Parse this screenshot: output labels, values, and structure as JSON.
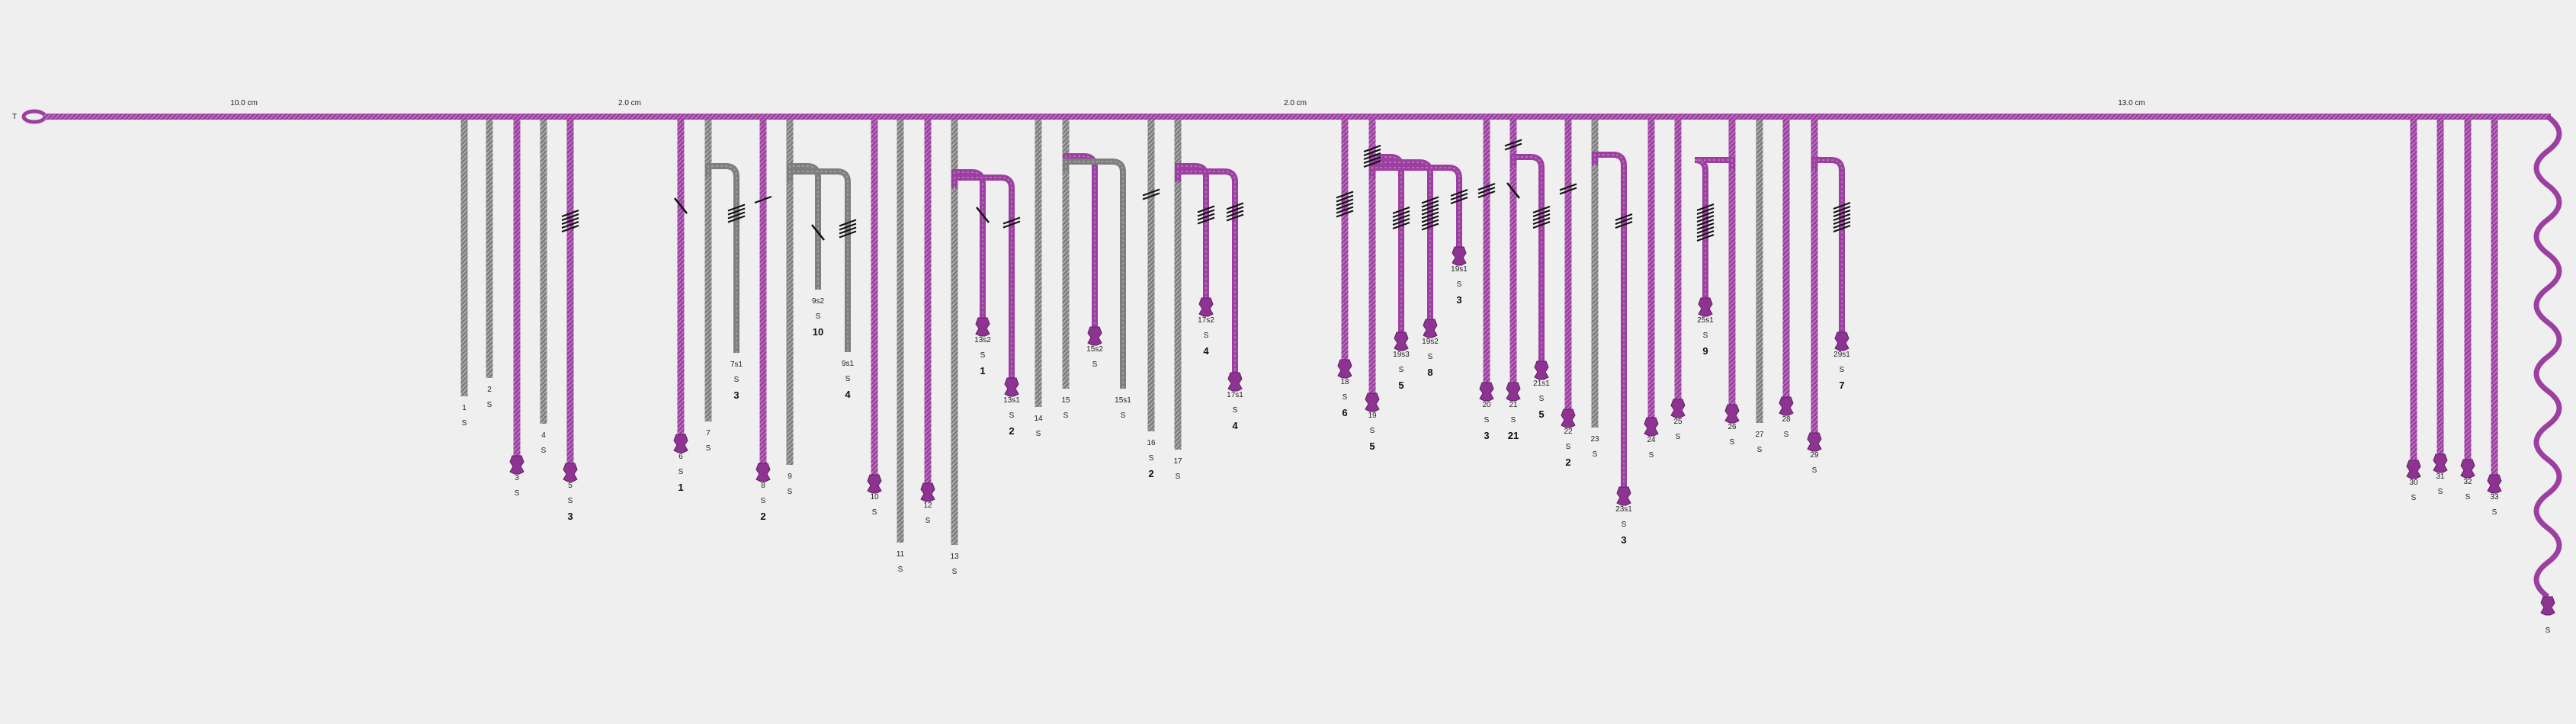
{
  "primary": {
    "label": "T",
    "color": "#9c3fa0",
    "distances": [
      "10.0 cm",
      "2.0 cm",
      "2.0 cm",
      "13.0 cm"
    ],
    "end_label": "S"
  },
  "colors": {
    "purple": "#9c3fa0",
    "grey": "#7e7e7e",
    "knot": "#111111"
  },
  "cords": [
    {
      "id": "1",
      "color": "grey",
      "labels": [
        "1",
        "S"
      ]
    },
    {
      "id": "2",
      "color": "grey",
      "labels": [
        "2",
        "S"
      ]
    },
    {
      "id": "3",
      "color": "purple",
      "labels": [
        "3",
        "S"
      ],
      "end_knot": true
    },
    {
      "id": "4",
      "color": "grey",
      "labels": [
        "4",
        "S"
      ]
    },
    {
      "id": "5",
      "color": "purple",
      "labels": [
        "5",
        "S"
      ],
      "value": "3",
      "knots": [
        5
      ],
      "end_knot": true
    },
    {
      "id": "6",
      "color": "purple",
      "labels": [
        "6",
        "S"
      ],
      "value": "1",
      "knots": [
        "long"
      ],
      "end_knot": true
    },
    {
      "id": "7",
      "color": "grey",
      "labels": [
        "7",
        "S"
      ],
      "sub": {
        "color": "grey",
        "labels": [
          "7s1",
          "S"
        ],
        "value": "3",
        "knots": [
          4
        ]
      }
    },
    {
      "id": "8",
      "color": "purple",
      "labels": [
        "8",
        "S"
      ],
      "value": "2",
      "knots": [
        1
      ],
      "end_knot": true
    },
    {
      "id": "9",
      "color": "grey",
      "labels": [
        "9",
        "S"
      ],
      "subs": [
        {
          "color": "grey",
          "labels": [
            "9s2",
            "S"
          ],
          "value": "10",
          "knots": [
            "long"
          ]
        },
        {
          "color": "grey",
          "labels": [
            "9s1",
            "S"
          ],
          "value": "4",
          "knots": [
            4
          ]
        }
      ]
    },
    {
      "id": "10",
      "color": "purple",
      "labels": [
        "10",
        "S"
      ],
      "end_knot": true
    },
    {
      "id": "11",
      "color": "grey",
      "labels": [
        "11",
        "S"
      ]
    },
    {
      "id": "12",
      "color": "purple",
      "labels": [
        "12",
        "S"
      ],
      "end_knot": true
    },
    {
      "id": "13",
      "color": "grey",
      "labels": [
        "13",
        "S"
      ],
      "subs": [
        {
          "color": "purple",
          "labels": [
            "13s2",
            "S"
          ],
          "value": "1",
          "knots": [
            "long"
          ],
          "end_knot": true
        },
        {
          "color": "purple",
          "labels": [
            "13s1",
            "S"
          ],
          "value": "2",
          "knots": [
            2
          ],
          "end_knot": true
        }
      ]
    },
    {
      "id": "14",
      "color": "grey",
      "labels": [
        "14",
        "S"
      ]
    },
    {
      "id": "15",
      "color": "grey",
      "labels": [
        "15",
        "S"
      ],
      "subs": [
        {
          "color": "purple",
          "labels": [
            "15s2",
            "S"
          ],
          "end_knot": true
        },
        {
          "color": "grey",
          "labels": [
            "15s1",
            "S"
          ]
        }
      ]
    },
    {
      "id": "16",
      "color": "grey",
      "labels": [
        "16",
        "S"
      ],
      "value": "2",
      "knots": [
        2
      ]
    },
    {
      "id": "17",
      "color": "grey",
      "labels": [
        "17",
        "S"
      ],
      "subs": [
        {
          "color": "purple",
          "labels": [
            "17s2",
            "S"
          ],
          "value": "4",
          "knots": [
            4
          ],
          "end_knot": true
        },
        {
          "color": "purple",
          "labels": [
            "17s1",
            "S"
          ],
          "value": "4",
          "knots": [
            4
          ],
          "end_knot": true
        }
      ]
    },
    {
      "id": "18",
      "color": "purple",
      "labels": [
        "18",
        "S"
      ],
      "value": "6",
      "knots": [
        6
      ],
      "end_knot": true
    },
    {
      "id": "19",
      "color": "purple",
      "labels": [
        "19",
        "S"
      ],
      "value": "5",
      "knots": [
        5
      ],
      "end_knot": true,
      "subs": [
        {
          "color": "purple",
          "labels": [
            "19s3",
            "S"
          ],
          "value": "5",
          "knots": [
            5
          ],
          "end_knot": true
        },
        {
          "color": "purple",
          "labels": [
            "19s2",
            "S"
          ],
          "value": "8",
          "knots": [
            8
          ],
          "end_knot": true
        },
        {
          "color": "purple",
          "labels": [
            "19s1",
            "S"
          ],
          "value": "3",
          "knots": [
            3
          ],
          "end_knot": true
        }
      ]
    },
    {
      "id": "20",
      "color": "purple",
      "labels": [
        "20",
        "S"
      ],
      "value": "3",
      "knots": [
        3
      ],
      "end_knot": true
    },
    {
      "id": "21",
      "color": "purple",
      "labels": [
        "21",
        "S"
      ],
      "value": "21",
      "knots": [
        2,
        "long"
      ],
      "end_knot": true,
      "sub": {
        "color": "purple",
        "labels": [
          "21s1",
          "S"
        ],
        "value": "5",
        "knots": [
          5
        ],
        "end_knot": true
      }
    },
    {
      "id": "22",
      "color": "purple",
      "labels": [
        "22",
        "S"
      ],
      "value": "2",
      "knots": [
        2
      ],
      "end_knot": true
    },
    {
      "id": "23",
      "color": "grey",
      "labels": [
        "23",
        "S"
      ],
      "sub": {
        "color": "purple",
        "labels": [
          "23s1",
          "S"
        ],
        "value": "3",
        "knots": [
          3
        ],
        "end_knot": true
      }
    },
    {
      "id": "24",
      "color": "purple",
      "labels": [
        "24",
        "S"
      ],
      "end_knot": true
    },
    {
      "id": "25",
      "color": "purple",
      "labels": [
        "25",
        "S"
      ],
      "end_knot": true
    },
    {
      "id": "26",
      "color": "purple",
      "labels": [
        "26",
        "S"
      ],
      "end_knot": true,
      "sub": {
        "color": "purple",
        "labels": [
          "25s1",
          "S"
        ],
        "value": "9",
        "knots": [
          9
        ],
        "end_knot": true
      }
    },
    {
      "id": "27",
      "color": "grey",
      "labels": [
        "27",
        "S"
      ]
    },
    {
      "id": "28",
      "color": "purple",
      "labels": [
        "28",
        "S"
      ],
      "end_knot": true
    },
    {
      "id": "29",
      "color": "purple",
      "labels": [
        "29",
        "S"
      ],
      "end_knot": true,
      "sub": {
        "color": "purple",
        "labels": [
          "29s1",
          "S"
        ],
        "value": "7",
        "knots": [
          7
        ],
        "end_knot": true
      }
    },
    {
      "id": "30",
      "color": "purple",
      "labels": [
        "30",
        "S"
      ],
      "end_knot": true
    },
    {
      "id": "31",
      "color": "purple",
      "labels": [
        "31",
        "S"
      ],
      "end_knot": true
    },
    {
      "id": "32",
      "color": "purple",
      "labels": [
        "32",
        "S"
      ],
      "end_knot": true
    },
    {
      "id": "33",
      "color": "purple",
      "labels": [
        "33",
        "S"
      ],
      "end_knot": true
    }
  ]
}
